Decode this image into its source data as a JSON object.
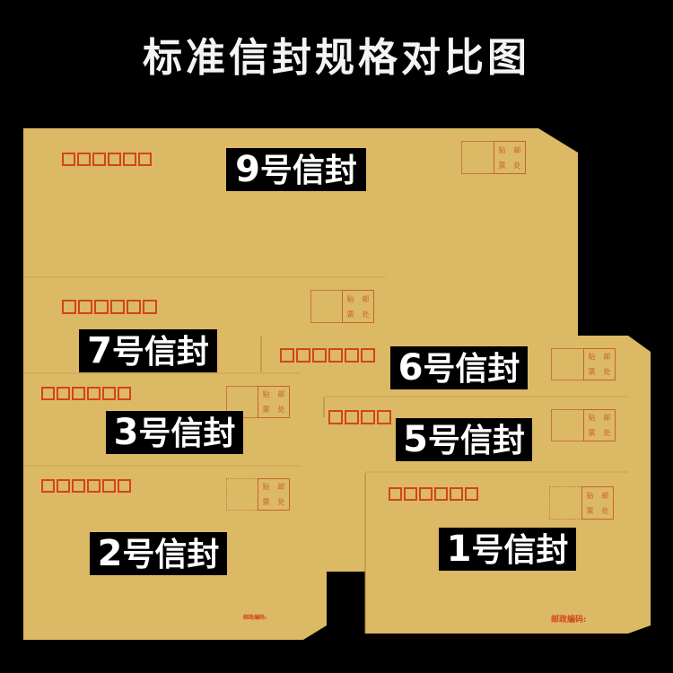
{
  "title": "标准信封规格对比图",
  "colors": {
    "background": "#000000",
    "envelope": "#dcb965",
    "envelope_line": "#c9a24e",
    "postcode_red": "#d2451a",
    "stamp_orange": "#c9622c",
    "label_bg": "#000000",
    "label_text": "#ffffff"
  },
  "stamp_text": [
    "贴",
    "邮",
    "票",
    "处"
  ],
  "zip_label": "邮政编码:",
  "envelopes": [
    {
      "id": "9",
      "label_num": "9",
      "label_text": "号信封",
      "postcode_boxes": 6
    },
    {
      "id": "7",
      "label_num": "7",
      "label_text": "号信封",
      "postcode_boxes": 6
    },
    {
      "id": "6",
      "label_num": "6",
      "label_text": "号信封",
      "postcode_boxes": 6
    },
    {
      "id": "3",
      "label_num": "3",
      "label_text": "号信封",
      "postcode_boxes": 6
    },
    {
      "id": "5",
      "label_num": "5",
      "label_text": "号信封",
      "postcode_boxes": 4
    },
    {
      "id": "2",
      "label_num": "2",
      "label_text": "号信封",
      "postcode_boxes": 6
    },
    {
      "id": "1",
      "label_num": "1",
      "label_text": "号信封",
      "postcode_boxes": 6
    }
  ]
}
